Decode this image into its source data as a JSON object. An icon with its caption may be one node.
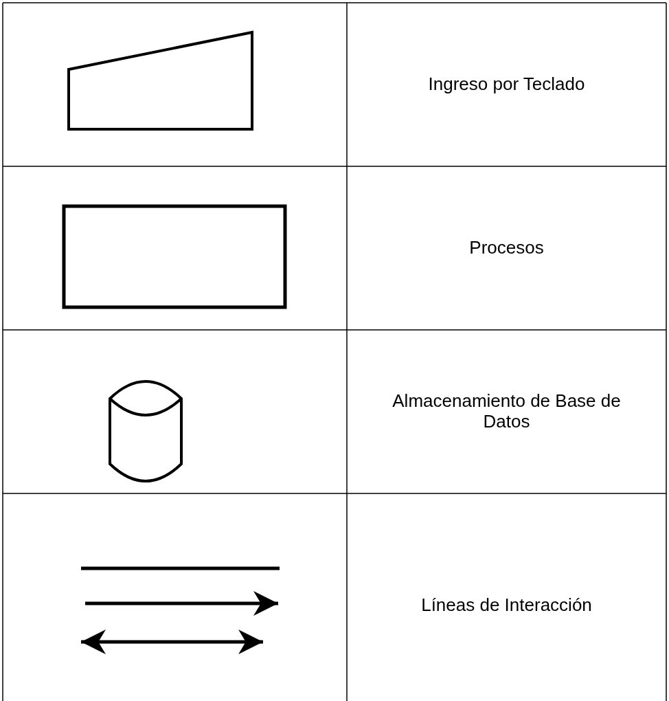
{
  "diagram": {
    "legend": [
      {
        "text": "Ingreso por Teclado"
      },
      {
        "text": "Procesos"
      },
      {
        "text": "Almacenamiento de Base de Datos"
      },
      {
        "text": "Líneas de Interacción"
      }
    ]
  }
}
